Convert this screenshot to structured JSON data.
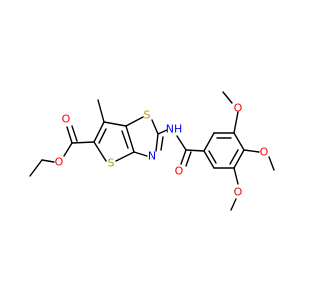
{
  "molecule": {
    "colors": {
      "bond": "#000000",
      "O": "#ff0000",
      "S": "#b2a100",
      "N": "#0000ff"
    },
    "labels": {
      "s_thiophene": "S",
      "s_thiazole": "S",
      "n_thiazole": "N",
      "nh": "NH",
      "o_ester_carbonyl": "O",
      "o_ester_ether": "O",
      "o_amide": "O",
      "o_methoxy_meta_top": "O",
      "o_methoxy_para": "O",
      "o_methoxy_meta_bottom": "O"
    }
  }
}
